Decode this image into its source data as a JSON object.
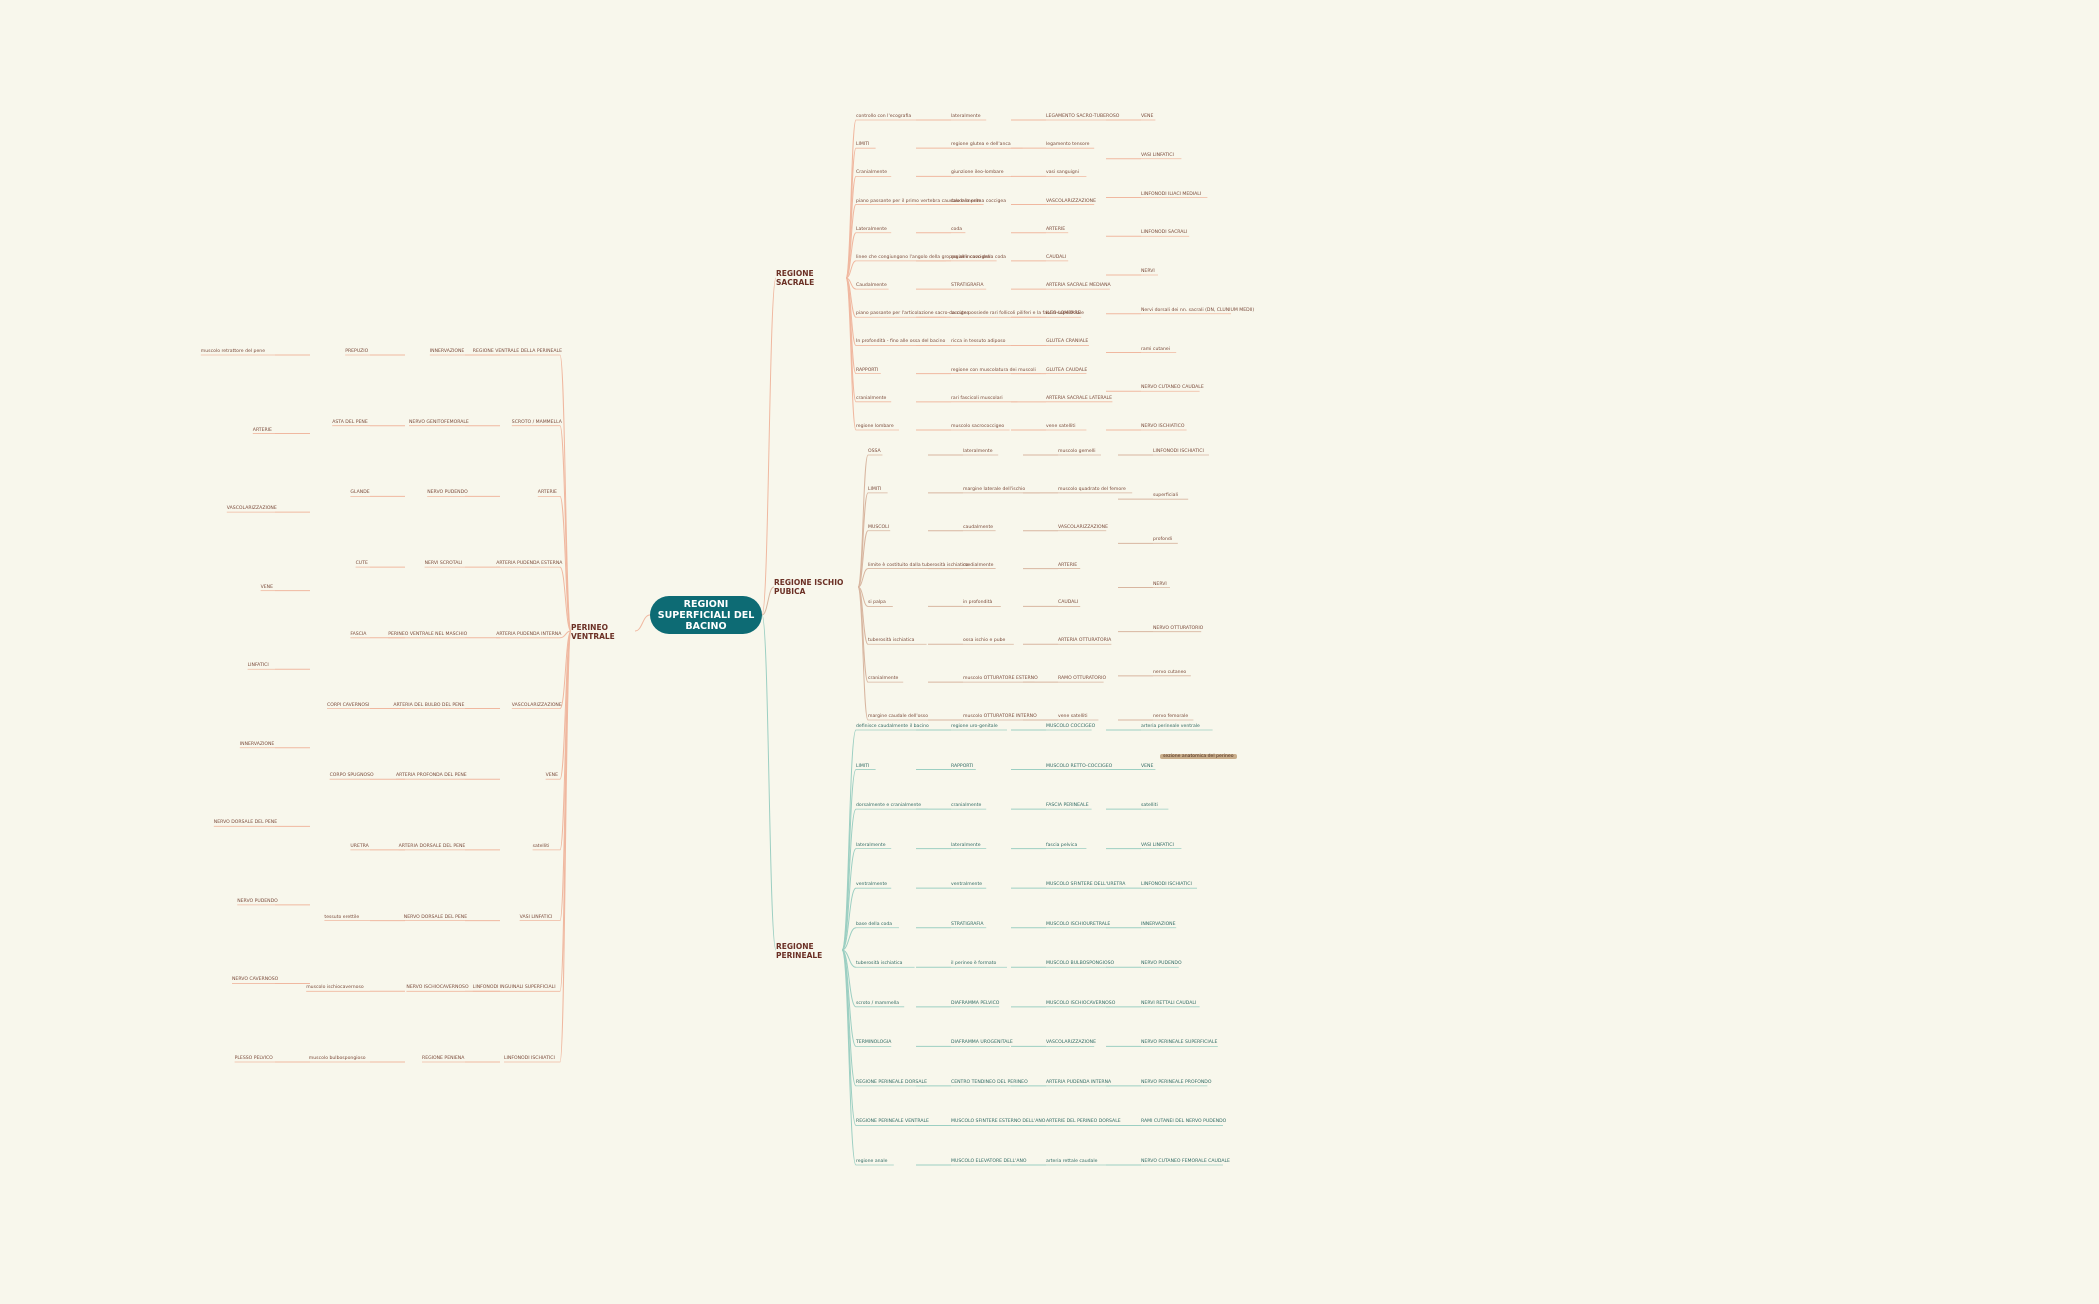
{
  "title": "REGIONI\nSUPERFICIALI DEL\nBACINO",
  "colors": {
    "background": "#f8f7ec",
    "root": "#0d6b74",
    "sacrale": "#f2b39b",
    "pubica": "#dcb9a4",
    "ventrale": "#f2b39b",
    "perineale": "#9fd0c4",
    "branch_sacrale": "#f0b8a0",
    "branch_pubica": "#d8b6a0",
    "branch_ventrale": "#f0b8a0",
    "branch_perineale": "#9ccfc2"
  },
  "branches": {
    "sacrale": "REGIONE SACRALE",
    "pubica": "REGIONE ISCHIO PUBICA",
    "ventrale": "PERINEO VENTRALE",
    "perineale": "REGIONE PERINEALE"
  },
  "sacrale": [
    "controllo con l'ecografia",
    "LIMITI",
    "Cranialmente",
    "piano passante per il primo vertebra caudale e la prima coccigea",
    "Lateralmente",
    "linee che congiungono l'angolo della groppa all'incavo della coda",
    "Caudalmente",
    "piano passante per l'articolazione sacro-coccigea",
    "In profondità - fino alle ossa del bacino",
    "RAPPORTI",
    "cranialmente",
    "regione lombare",
    "lateralmente",
    "regione glutea e dell'anca",
    "giunzione ileo-lombare",
    "caudalmente",
    "coda",
    "regione coccigea",
    "STRATIGRAFIA",
    "la cute possiede rari follicoli piliferi e la fascia superficiale",
    "ricca in tessuto adiposo",
    "regione con muscolatura dei muscoli",
    "rari fascicoli muscolari",
    "muscolo sacrococcigeo",
    "LEGAMENTO SACRO-TUBEROSO",
    "legamento tensore",
    "vasi sanguigni",
    "VASCOLARIZZAZIONE",
    "ARTERIE",
    "CAUDALI",
    "ARTERIA SACRALE MEDIANA",
    "ILEO-LOMBARE",
    "GLUTEA CRANIALE",
    "GLUTEA CAUDALE",
    "ARTERIA SACRALE LATERALE",
    "vene satelliti",
    "VENE",
    "VASI LINFATICI",
    "LINFONODI ILIACI MEDIALI",
    "LINFONODI SACRALI",
    "NERVI",
    "Nervi dorsali dei nn. sacrali (DN, CLUNIUM MEDII)",
    "rami cutanei",
    "NERVO CUTANEO CAUDALE",
    "NERVO ISCHIATICO"
  ],
  "pubica": [
    "OSSA",
    "LIMITI",
    "MUSCOLI",
    "limite è costituito dalla tuberosità ischiatica",
    "si palpa",
    "tuberosità ischiatica",
    "cranialmente",
    "margine caudale dell'osso",
    "lateralmente",
    "margine laterale dell'ischio",
    "caudalmente",
    "medialmente",
    "in profondità",
    "ossa ischio e pube",
    "muscolo OTTURATORE ESTERNO",
    "muscolo OTTURATORE INTERNO",
    "muscolo gemelli",
    "muscolo quadrato del femore",
    "VASCOLARIZZAZIONE",
    "ARTERIE",
    "CAUDALI",
    "ARTERIA OTTURATORIA",
    "RAMO OTTURATORIO",
    "vene satelliti",
    "LINFONODI ISCHIATICI",
    "superficiali",
    "profondi",
    "NERVI",
    "NERVO OTTURATORIO",
    "nervo cutaneo",
    "nervo femorale"
  ],
  "ventrale": [
    "REGIONE VENTRALE DELLA PERINEALE",
    "SCROTO / MAMMELLA",
    "ARTERIE",
    "ARTERIA PUDENDA ESTERNA",
    "ARTERIA PUDENDA INTERNA",
    "VASCOLARIZZAZIONE",
    "VENE",
    "satelliti",
    "VASI LINFATICI",
    "LINFONODI INGUINALI SUPERFICIALI",
    "LINFONODI ISCHIATICI",
    "INNERVAZIONE",
    "NERVO GENITOFEMORALE",
    "NERVO PUDENDO",
    "NERVI SCROTALI",
    "PERINEO VENTRALE NEL MASCHIO",
    "ARTERIA DEL BULBO DEL PENE",
    "ARTERIA PROFONDA DEL PENE",
    "ARTERIA DORSALE DEL PENE",
    "NERVO DORSALE DEL PENE",
    "NERVO ISCHIOCAVERNOSO",
    "REGIONE PENIENA",
    "PREPUZIO",
    "ASTA DEL PENE",
    "GLANDE",
    "CUTE",
    "FASCIA",
    "CORPI CAVERNOSI",
    "CORPO SPUGNOSO",
    "URETRA",
    "tessuto erettile",
    "muscolo ischiocavernoso",
    "muscolo bulbospongioso",
    "muscolo retrattore del pene",
    "ARTERIE",
    "VASCOLARIZZAZIONE",
    "VENE",
    "LINFATICI",
    "INNERVAZIONE",
    "NERVO DORSALE DEL PENE",
    "NERVO PUDENDO",
    "NERVO CAVERNOSO",
    "PLESSO PELVICO"
  ],
  "perineale": [
    "definisce caudalmente il bacino",
    "LIMITI",
    "dorsalmente e cranialmente",
    "lateralmente",
    "ventralmente",
    "base della coda",
    "tuberosità ischiatica",
    "scroto / mammella",
    "TERMINOLOGIA",
    "REGIONE PERINEALE DORSALE",
    "REGIONE PERINEALE VENTRALE",
    "regione anale",
    "regione uro-genitale",
    "RAPPORTI",
    "cranialmente",
    "lateralmente",
    "ventralmente",
    "STRATIGRAFIA",
    "il perineo è formato",
    "DIAFRAMMA PELVICO",
    "DIAFRAMMA UROGENITALE",
    "CENTRO TENDINEO DEL PERINEO",
    "MUSCOLO SFINTERE ESTERNO DELL'ANO",
    "MUSCOLO ELEVATORE DELL'ANO",
    "MUSCOLO COCCIGEO",
    "MUSCOLO RETTO-COCCIGEO",
    "FASCIA PERINEALE",
    "fascia pelvica",
    "MUSCOLO SFINTERE DELL'URETRA",
    "MUSCOLO ISCHIOURETRALE",
    "MUSCOLO BULBOSPONGIOSO",
    "MUSCOLO ISCHIOCAVERNOSO",
    "VASCOLARIZZAZIONE",
    "ARTERIA PUDENDA INTERNA",
    "ARTERIE DEL PERINEO DORSALE",
    "arteria rettale caudale",
    "arteria perineale ventrale",
    "VENE",
    "satelliti",
    "VASI LINFATICI",
    "LINFONODI ISCHIATICI",
    "INNERVAZIONE",
    "NERVO PUDENDO",
    "NERVI RETTALI CAUDALI",
    "NERVO PERINEALE SUPERFICIALE",
    "NERVO PERINEALE PROFONDO",
    "RAMI CUTANEI DEL NERVO PUDENDO",
    "NERVO CUTANEO FEMORALE CAUDALE"
  ],
  "highlight": "sezione anatomica del perineo"
}
